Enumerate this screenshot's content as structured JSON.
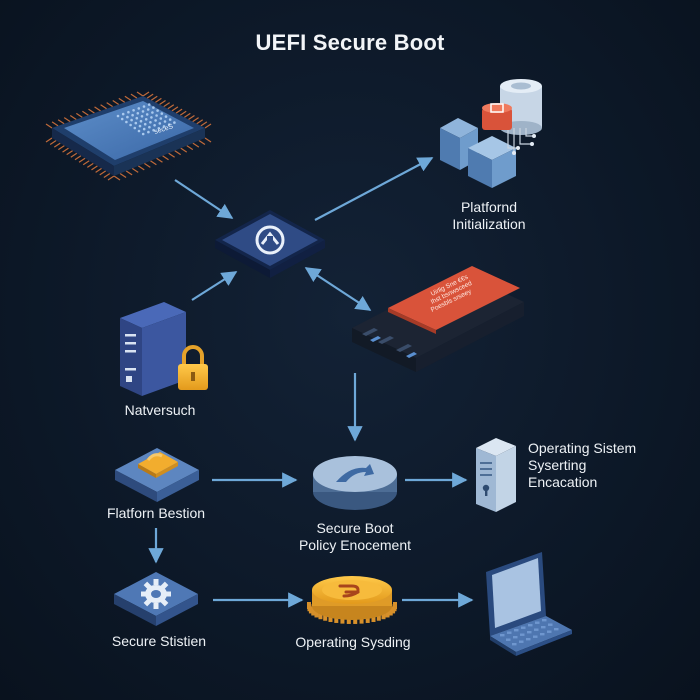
{
  "title": "UEFI Secure Boot",
  "labels": {
    "platform_init": [
      "Platfornd",
      "Initialization"
    ],
    "natversuch": "Natversuch",
    "os_system": [
      "Operating Sistem",
      "Syserting",
      "Encacation"
    ],
    "platform_bestion": "Flatforn Bestion",
    "policy": [
      "Secure Boot",
      "Policy Enocement"
    ],
    "secure_station": "Secure Stistien",
    "os_sysding": "Operating Sysding"
  },
  "chip_text": [
    "Uirlig Sne €€s",
    "Ihst bsnwsceed",
    "Poesbls srseey"
  ],
  "cpu_text": "seceS",
  "colors": {
    "background": "#0d1929",
    "accent_blue": "#2f4b85",
    "arrow": "#6ea8d8",
    "red": "#d9533a",
    "gold": "#f2ad2e",
    "text": "#eef2f6"
  },
  "icons": [
    "cpu-chip-icon",
    "hardware-stack-icon",
    "central-hub-icon",
    "firmware-chip-icon",
    "server-lock-icon",
    "server-tower-icon",
    "lock-tile-icon",
    "policy-disc-icon",
    "gear-tile-icon",
    "gold-chip-icon",
    "laptop-icon"
  ]
}
